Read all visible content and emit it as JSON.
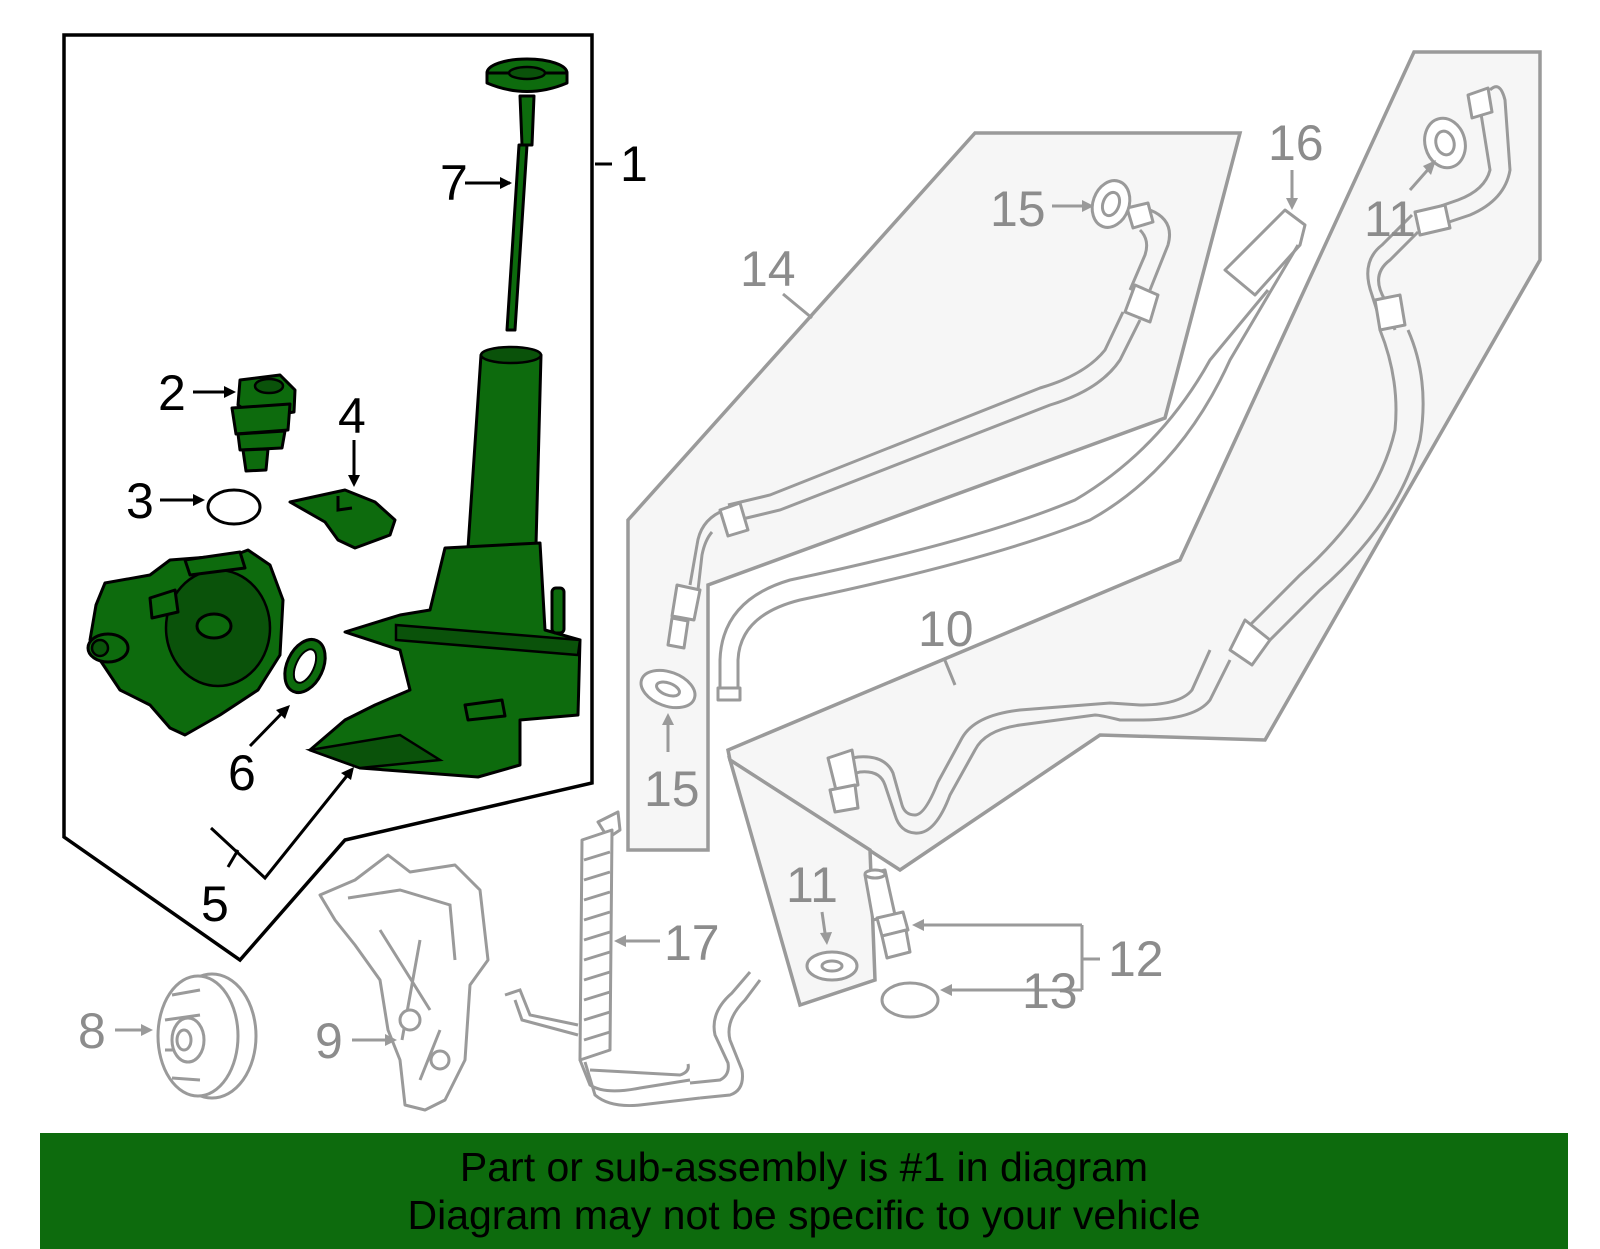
{
  "callouts": {
    "c1": "1",
    "c2": "2",
    "c3": "3",
    "c4": "4",
    "c5": "5",
    "c6": "6",
    "c7": "7",
    "c8": "8",
    "c9": "9",
    "c10": "10",
    "c11a": "11",
    "c11b": "11",
    "c12": "12",
    "c13": "13",
    "c14": "14",
    "c15a": "15",
    "c15b": "15",
    "c16": "16",
    "c17": "17"
  },
  "colors": {
    "highlight_part": "#0d6b0d",
    "other_parts": "#9a9a9a",
    "banner": "#0d6b0d"
  },
  "footer": {
    "line1": "Part or sub-assembly is #1 in diagram",
    "line2": "Diagram may not be specific to your vehicle"
  }
}
